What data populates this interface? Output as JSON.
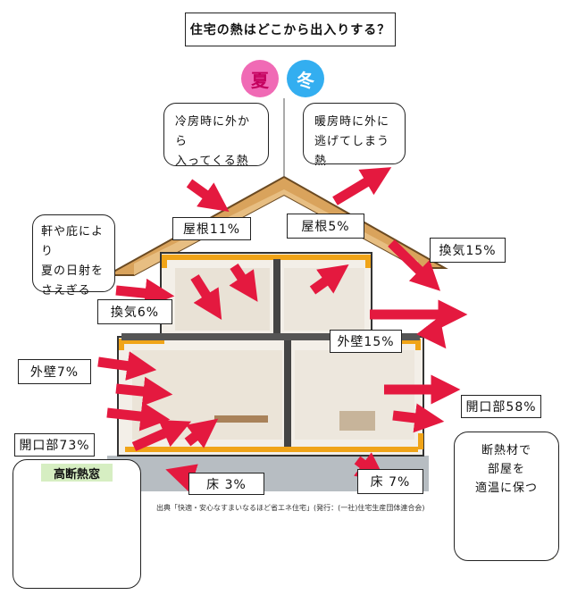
{
  "title": "住宅の熱はどこから出入りする？",
  "season_badges": {
    "summer": "夏",
    "winter": "冬"
  },
  "notes": {
    "summer": [
      "冷房時に外から",
      "入ってくる熱"
    ],
    "winter": [
      "暖房時に外に",
      "逃げてしまう熱"
    ],
    "eaves": [
      "軒や庇により",
      "夏の日射を",
      "さえぎる"
    ]
  },
  "summer_labels": {
    "roof": "屋根11%",
    "ventilation": "換気6%",
    "outer_wall": "外壁7%",
    "openings": "開口部73%",
    "floor": "床 3%"
  },
  "winter_labels": {
    "roof": "屋根5%",
    "ventilation": "換気15%",
    "outer_wall": "外壁15%",
    "openings": "開口部58%",
    "floor": "床 7%"
  },
  "window_card": {
    "caption": "高断熱窓"
  },
  "insulation_card": {
    "caption": [
      "断熱材で",
      "部屋を",
      "適温に保つ"
    ]
  },
  "source": "出典「快適・安心なすまいなるほど省エネ住宅」(発行：(一社)住宅生産団体連合会)",
  "colors": {
    "summer_arrow": "#e4193f",
    "winter_arrow": "#e4193f",
    "insulation": "#f0a418",
    "roof": "#d9a35c"
  }
}
